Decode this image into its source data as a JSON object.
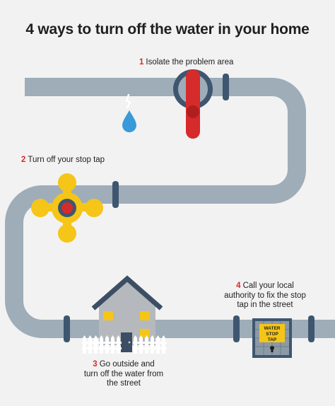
{
  "title": "4 ways to turn off the water in your home",
  "steps": [
    {
      "num": "1",
      "text": "Isolate the problem area"
    },
    {
      "num": "2",
      "text": "Turn off your stop tap"
    },
    {
      "num": "3",
      "lines": [
        "Go outside and",
        "turn off the water from",
        "the street"
      ]
    },
    {
      "num": "4",
      "lines": [
        "Call your local",
        "authority to fix the stop",
        "tap in the street"
      ]
    }
  ],
  "stop_tap_sign": [
    "WATER",
    "STOP",
    "TAP"
  ],
  "colors": {
    "background": "#f2f2f2",
    "pipe": "#9eadb8",
    "joint": "#3e5670",
    "valve_handle": "#d62b2b",
    "stop_tap": "#f5c518",
    "house_body": "#b5b9bd",
    "house_roof": "#3c4e64",
    "window": "#f5c518",
    "water_drop": "#3a9ad9",
    "accent_number": "#d62b2b"
  }
}
